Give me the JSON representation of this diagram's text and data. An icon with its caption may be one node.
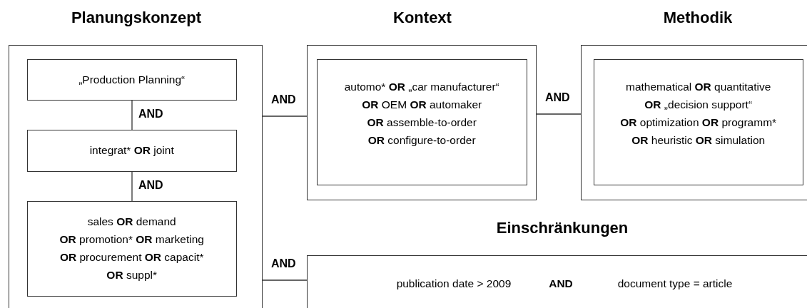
{
  "diagram": {
    "nodes": [
      {
        "text": [
          "Planungskonzept"
        ]
      },
      {
        "text": [
          "„Production Planning“"
        ],
        "in": 0
      },
      {
        "text": [
          "integrat* **OR** joint"
        ],
        "in": 0
      },
      {
        "text": [
          "sales **OR** demand **OR** promotion* **OR** marketing **OR** procurement **OR** capacit* **OR** suppl*"
        ],
        "in": 0
      },
      {
        "text": [
          "Kontext"
        ]
      },
      {
        "text": [
          "automo* **OR** „car manufacturer“ **OR** OEM **OR** automaker **OR** assemble-to-order **OR** configure-to-order"
        ],
        "in": 4
      },
      {
        "text": [
          "Methodik"
        ]
      },
      {
        "text": [
          "mathematical **OR** quantitative **OR** „decision support“ **OR** optimization **OR** programm* **OR** heuristic **OR** simulation"
        ],
        "in": 6
      },
      {
        "text": [
          "Einschränkungen",
          "publication date > 2009",
          "AND",
          "document type = article"
        ]
      }
    ],
    "edges": [
      {
        "from": 1,
        "to": 2,
        "arrow": "none",
        "label": "AND"
      },
      {
        "from": 2,
        "to": 3,
        "arrow": "none",
        "label": "AND"
      },
      {
        "from": 0,
        "to": 4,
        "arrow": "none",
        "label": "AND"
      },
      {
        "from": 4,
        "to": 6,
        "arrow": "none",
        "label": "AND"
      },
      {
        "from": 0,
        "to": 8,
        "arrow": "none",
        "label": "AND"
      }
    ]
  }
}
